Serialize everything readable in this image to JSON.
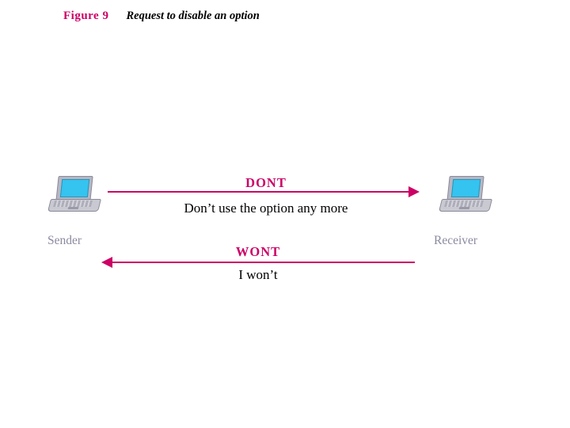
{
  "figure": {
    "label": "Figure 9",
    "caption": "Request to disable an option"
  },
  "colors": {
    "accent": "#cc0066",
    "node_label": "#8a8aa0",
    "screen": "#35c3ef",
    "text": "#000000"
  },
  "nodes": [
    {
      "id": "sender",
      "label": "Sender",
      "icon": "laptop-icon"
    },
    {
      "id": "receiver",
      "label": "Receiver",
      "icon": "laptop-icon"
    }
  ],
  "messages": [
    {
      "id": "dont",
      "code": "DONT",
      "text": "Don’t use the option any more",
      "direction": "sender-to-receiver"
    },
    {
      "id": "wont",
      "code": "WONT",
      "text": "I won’t",
      "direction": "receiver-to-sender"
    }
  ]
}
